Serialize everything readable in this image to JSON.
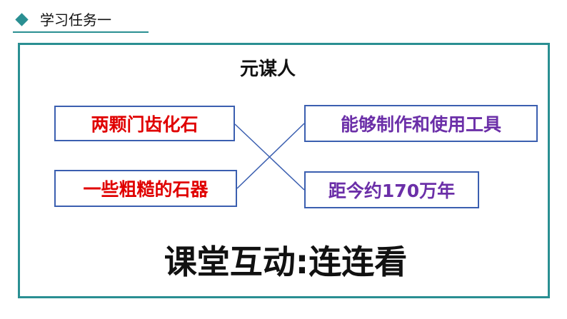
{
  "header": {
    "title": "学习任务一"
  },
  "main": {
    "title": "元谋人",
    "left_items": [
      "两颗门齿化石",
      "一些粗糙的石器"
    ],
    "right_items": [
      "能够制作和使用工具",
      "距今约170万年"
    ],
    "activity": "课堂互动:连连看"
  },
  "colors": {
    "accent": "#2a8f92",
    "box_border": "#3b5fb0",
    "left_text": "#e00000",
    "right_text": "#6b2fa8"
  }
}
